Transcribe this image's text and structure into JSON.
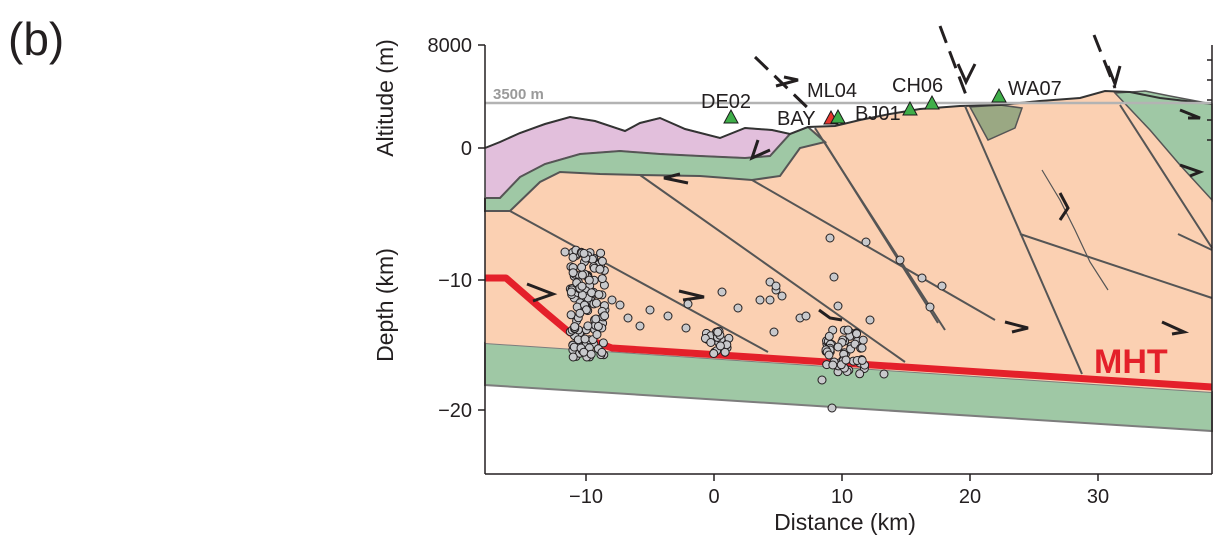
{
  "panel_label": "(b)",
  "axes": {
    "x_label": "Distance (km)",
    "x_ticks": [
      "−10",
      "0",
      "10",
      "20",
      "30"
    ],
    "y_upper_label": "Altitude (m)",
    "y_upper_ticks": [
      "8000",
      "0"
    ],
    "y_lower_label": "Depth (km)",
    "y_lower_ticks": [
      "−10",
      "−20"
    ]
  },
  "reference_line_label": "3500 m",
  "fault_label": "MHT",
  "stations": [
    {
      "name": "DE02",
      "color": "#3fae49"
    },
    {
      "name": "BAY",
      "color": "#e8352e"
    },
    {
      "name": "ML04",
      "color": "#3fae49"
    },
    {
      "name": "BJ01",
      "color": "#3fae49"
    },
    {
      "name": "CH06",
      "color": "#3fae49"
    },
    {
      "name": "WA07",
      "color": "#3fae49"
    }
  ],
  "colors": {
    "crust_orange": "#fbd0b2",
    "green_unit": "#9fc8a5",
    "purple_unit": "#e2bfdc",
    "olive_unit": "#9aa883",
    "mht_red": "#e4202a",
    "earthquake_fill": "#c8c9cc"
  }
}
